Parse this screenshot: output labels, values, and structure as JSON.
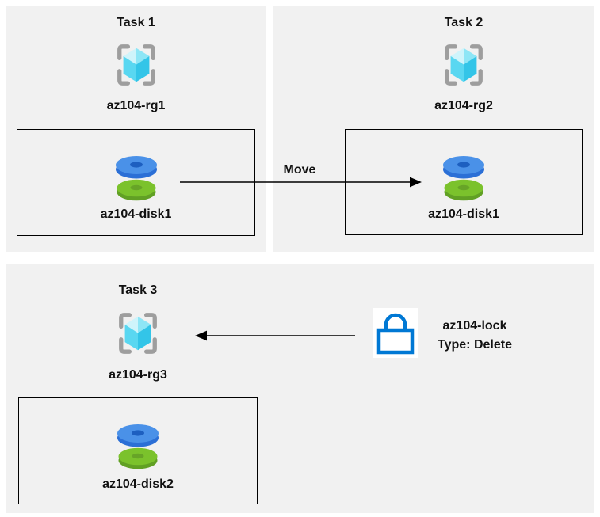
{
  "colors": {
    "panel_bg": "#f1f1f1",
    "box_border": "#000000",
    "text_color": "#111111",
    "arrow_color": "#000000",
    "lock_blue": "#0078d4",
    "bracket_gray": "#9e9e9e",
    "cube_top_left": "#cff4fb",
    "cube_top_right": "#8ee6f6",
    "cube_bottom_left": "#59d7f1",
    "cube_bottom_right": "#33c5e8",
    "disk_blue_top": "#4a91e8",
    "disk_blue_side": "#2b6fd6",
    "disk_blue_hole": "#1d5fc0",
    "disk_green_top": "#7bc22c",
    "disk_green_side": "#61a024",
    "disk_green_hole": "#67a427"
  },
  "tasks": {
    "task1": {
      "title": "Task 1",
      "resource_group": "az104-rg1",
      "disk": "az104-disk1"
    },
    "task2": {
      "title": "Task 2",
      "resource_group": "az104-rg2",
      "disk": "az104-disk1"
    },
    "task3": {
      "title": "Task 3",
      "resource_group": "az104-rg3",
      "disk": "az104-disk2"
    }
  },
  "move_arrow": {
    "label": "Move"
  },
  "lock": {
    "name": "az104-lock",
    "type": "Type: Delete"
  }
}
